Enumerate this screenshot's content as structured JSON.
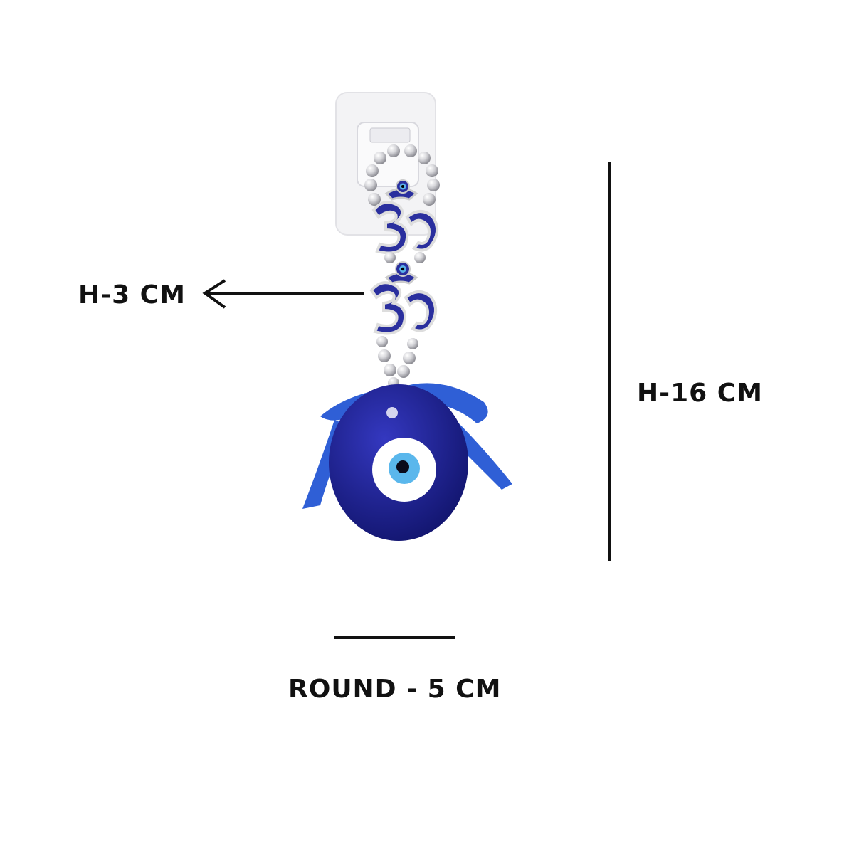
{
  "annotations": {
    "charm_height": "H-3 CM",
    "total_height": "H-16 CM",
    "eye_diameter": "ROUND - 5 CM"
  },
  "colors": {
    "enamel_blue": "#2a2f9e",
    "glass_blue": "#1c1f8f",
    "ribbon_blue": "#2f5fd6",
    "silver": "#d8d8dc",
    "text": "#111111"
  }
}
